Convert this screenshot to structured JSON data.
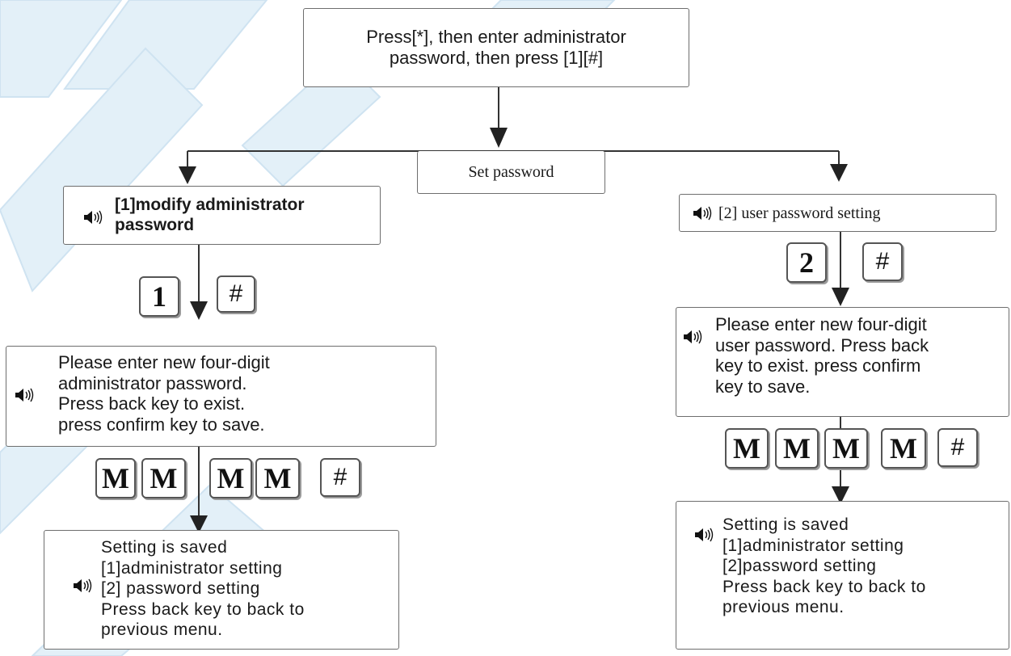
{
  "diagram": {
    "root": {
      "line1": "Press[*], then enter administrator",
      "line2": "password, then press [1][#]"
    },
    "center_label": "Set password",
    "left": {
      "option": {
        "line1": "[1]modify administrator",
        "line2": "password"
      },
      "keys_1": [
        "1",
        "#"
      ],
      "prompt": {
        "line1": "Please  enter new four-digit",
        "line2": "administrator password.",
        "line3": "Press back key to exist.",
        "line4": "press confirm key to save."
      },
      "keys_2": [
        "M",
        "M",
        "M",
        "M",
        "#"
      ],
      "result": {
        "line1": "Setting is saved",
        "line2": "[1]administrator setting",
        "line3": "[2] password setting",
        "line4": "Press  back  key to back to",
        "line5": "previous menu."
      }
    },
    "right": {
      "option": {
        "line1": "[2] user password setting"
      },
      "keys_1": [
        "2",
        "#"
      ],
      "prompt": {
        "line1": "Please  enter new four-digit",
        "line2": "user  password. Press back",
        "line3": "key to  exist. press confirm",
        "line4": "key to save."
      },
      "keys_2": [
        "M",
        "M",
        "M",
        "M",
        "#"
      ],
      "result": {
        "line1": "Setting is saved",
        "line2": "[1]administrator setting",
        "line3": "[2]password setting",
        "line4": "Press  back  key to back to",
        "line5": "previous menu."
      }
    }
  },
  "icons": {
    "speaker": "speaker-icon",
    "arrow": "arrow-down-icon"
  },
  "colors": {
    "border": "#6e6e6e",
    "line": "#333333",
    "watermark": "#dcecf6",
    "key_shadow": "#9a9a9a"
  }
}
